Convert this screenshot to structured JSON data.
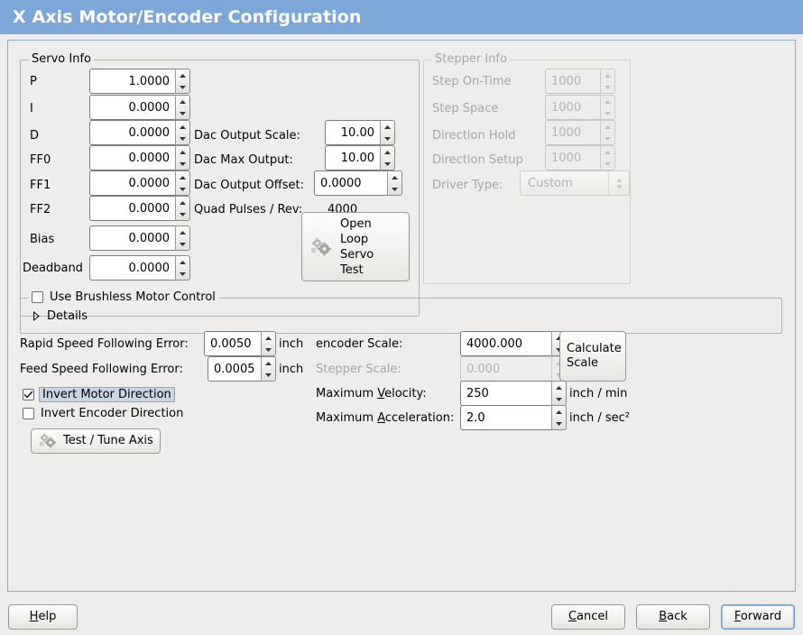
{
  "window": {
    "title": "X Axis Motor/Encoder Configuration",
    "title_bar_color": "#7da7d9",
    "background_color": "#eeedec"
  },
  "servo_info": {
    "legend": "Servo Info",
    "rows": [
      {
        "label": "P",
        "value": "1.0000"
      },
      {
        "label": "I",
        "value": "0.0000"
      },
      {
        "label": "D",
        "value": "0.0000"
      },
      {
        "label": "FF0",
        "value": "0.0000"
      },
      {
        "label": "FF1",
        "value": "0.0000"
      },
      {
        "label": "FF2",
        "value": "0.0000"
      },
      {
        "label": "Bias",
        "value": "0.0000"
      },
      {
        "label": "Deadband",
        "value": "0.0000"
      }
    ],
    "dac_output_scale": {
      "label": "Dac Output Scale:",
      "value": "10.00"
    },
    "dac_max_output": {
      "label": "Dac Max Output:",
      "value": "10.00"
    },
    "dac_output_offset": {
      "label": "Dac Output Offset:",
      "value": "0.0000"
    },
    "quad_pulses_rev": {
      "label": "Quad Pulses / Rev:",
      "value": "4000"
    },
    "open_loop_test_button": {
      "line1": "Open",
      "line2": "Loop",
      "line3": "Servo",
      "line4": "Test",
      "icon": "gears-icon"
    }
  },
  "stepper_info": {
    "legend": "Stepper Info",
    "disabled": true,
    "rows": [
      {
        "label": "Step On-Time",
        "value": "1000"
      },
      {
        "label": "Step Space",
        "value": "1000"
      },
      {
        "label": "Direction Hold",
        "value": "1000"
      },
      {
        "label": "Direction Setup",
        "value": "1000"
      }
    ],
    "driver_type": {
      "label": "Driver Type:",
      "value": "Custom"
    }
  },
  "brushless": {
    "checkbox_label": "Use Brushless Motor Control",
    "checked": false,
    "details_label": "Details",
    "details_expanded": false
  },
  "errors": {
    "rapid": {
      "label": "Rapid Speed Following Error:",
      "value": "0.0050",
      "unit": "inch"
    },
    "feed": {
      "label": "Feed Speed Following Error:",
      "value": "0.0005",
      "unit": "inch"
    }
  },
  "invert": {
    "motor": {
      "label": "Invert Motor Direction",
      "checked": true,
      "focused": true
    },
    "encoder": {
      "label": "Invert Encoder Direction",
      "checked": false,
      "focused": false
    }
  },
  "test_tune_button": {
    "label": "Test / Tune Axis",
    "icon": "gears-icon"
  },
  "scales": {
    "encoder_scale": {
      "label": "encoder Scale:",
      "value": "4000.000",
      "disabled": false
    },
    "stepper_scale": {
      "label": "Stepper Scale:",
      "value": "0.000",
      "disabled": true
    },
    "calculate_button": {
      "line1": "Calculate",
      "line2": "Scale"
    },
    "max_velocity": {
      "label_pre": "Maximum ",
      "label_mnemonic": "V",
      "label_post": "elocity:",
      "value": "250",
      "unit": "inch / min"
    },
    "max_acceleration": {
      "label_pre": "Maximum ",
      "label_mnemonic": "A",
      "label_post": "cceleration:",
      "value": "2.0",
      "unit": "inch / sec²"
    }
  },
  "footer": {
    "help": {
      "mnemonic": "H",
      "rest": "elp"
    },
    "cancel": {
      "mnemonic": "C",
      "rest": "ancel"
    },
    "back": {
      "mnemonic": "B",
      "rest": "ack"
    },
    "forward": {
      "mnemonic": "F",
      "rest": "orward",
      "focused": true
    }
  }
}
